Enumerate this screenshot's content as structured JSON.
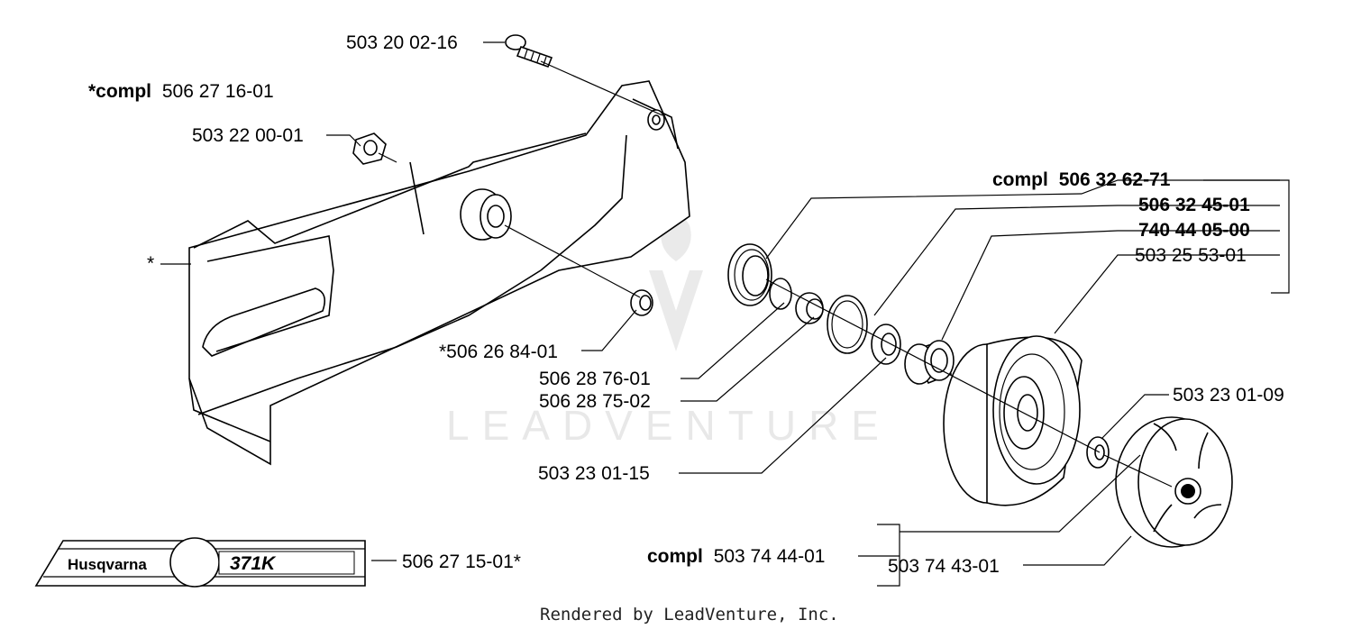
{
  "watermark": "LEADVENTURE",
  "footer": "Rendered by LeadVenture, Inc.",
  "decal": {
    "brand": "Husqvarna",
    "model": "371K"
  },
  "labels": {
    "bolt": "503 20 02-16",
    "cover_compl_prefix": "*compl",
    "cover_compl_number": "506 27 16-01",
    "nut": "503 22 00-01",
    "cover_star": "*",
    "roller_spacer": "*506 26 84-01",
    "clutch_compl_prefix": "compl",
    "clutch_compl_number": "506 32 62-71",
    "part_506_32_45": "506 32 45-01",
    "part_740_44_05": "740 44 05-00",
    "part_503_25_53": "503 25 53-01",
    "part_506_28_76": "506 28 76-01",
    "part_506_28_75": "506 28 75-02",
    "part_503_23_01_15": "503 23 01-15",
    "part_503_23_01_09": "503 23 01-09",
    "decal_part": "506 27 15-01*",
    "shoe_compl_prefix": "compl",
    "shoe_compl_number": "503 74 44-01",
    "part_503_74_43": "503 74 43-01"
  }
}
